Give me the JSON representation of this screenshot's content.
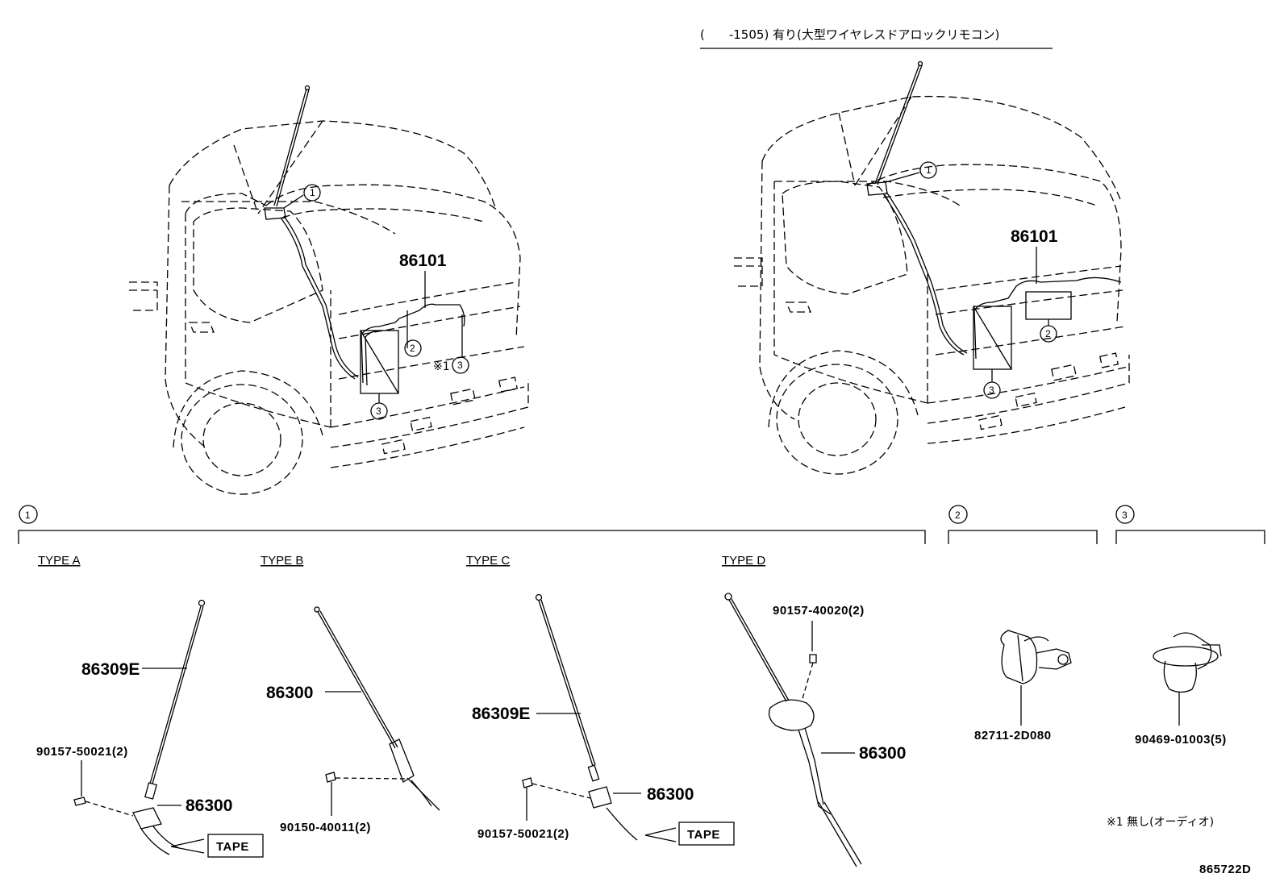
{
  "header": {
    "condition": "(　　-1505) 有り(大型ワイヤレスドアロックリモコン)"
  },
  "callouts": {
    "c1": "1",
    "c2": "2",
    "c3": "3",
    "note_mark": "※1"
  },
  "upper_views": {
    "left_part": "86101",
    "right_part": "86101"
  },
  "sections": {
    "one": "1",
    "two": "2",
    "three": "3"
  },
  "types": [
    {
      "label": "TYPE A",
      "parts": {
        "rod": "86309E",
        "base": "86300",
        "screw": "90157-50021(2)",
        "tape": "TAPE"
      }
    },
    {
      "label": "TYPE B",
      "parts": {
        "rod": "86300",
        "screw": "90150-40011(2)"
      }
    },
    {
      "label": "TYPE C",
      "parts": {
        "rod": "86309E",
        "base": "86300",
        "screw": "90157-50021(2)",
        "tape": "TAPE"
      }
    },
    {
      "label": "TYPE D",
      "parts": {
        "screw": "90157-40020(2)",
        "base": "86300"
      }
    }
  ],
  "clamps": {
    "clip_part": "82711-2D080",
    "clamp_part": "90469-01003(5)"
  },
  "footnote": "※1 無し(オーディオ)",
  "diagram_id": "865722D"
}
